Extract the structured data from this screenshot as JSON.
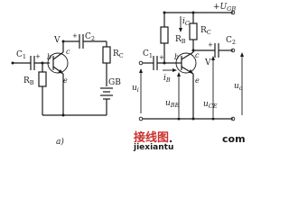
{
  "circuit_a": {
    "c1": "C",
    "c1_sub": "1",
    "c2": "C",
    "c2_sub": "2",
    "rb": "R",
    "rb_sub": "B",
    "rc": "R",
    "rc_sub": "C",
    "transistor": "V",
    "base": "b",
    "collector": "c",
    "emitter": "e",
    "battery": "GB",
    "plus_c1": "+",
    "plus_c2": "+",
    "caption": "a)"
  },
  "circuit_b": {
    "supply": "+U",
    "supply_sub": "GB",
    "rb": "R",
    "rb_sub": "B",
    "rc": "R",
    "rc_sub": "C",
    "ic": "i",
    "ic_sub": "C",
    "c1": "C",
    "c1_sub": "1",
    "c2": "C",
    "c2_sub": "2",
    "transistor": "V",
    "base": "b",
    "collector": "c",
    "emitter": "e",
    "ib": "i",
    "ib_sub": "B",
    "ui": "u",
    "ui_sub": "i",
    "ube": "u",
    "ube_sub": "BE",
    "uce": "u",
    "uce_sub": "CE",
    "uo": "u",
    "uo_sub": "o",
    "plus_c1": "+",
    "plus_c2": "+"
  },
  "watermark": {
    "cn": "接线图",
    "sep": ".",
    "domain": "jiexiantu",
    "com": "com"
  }
}
